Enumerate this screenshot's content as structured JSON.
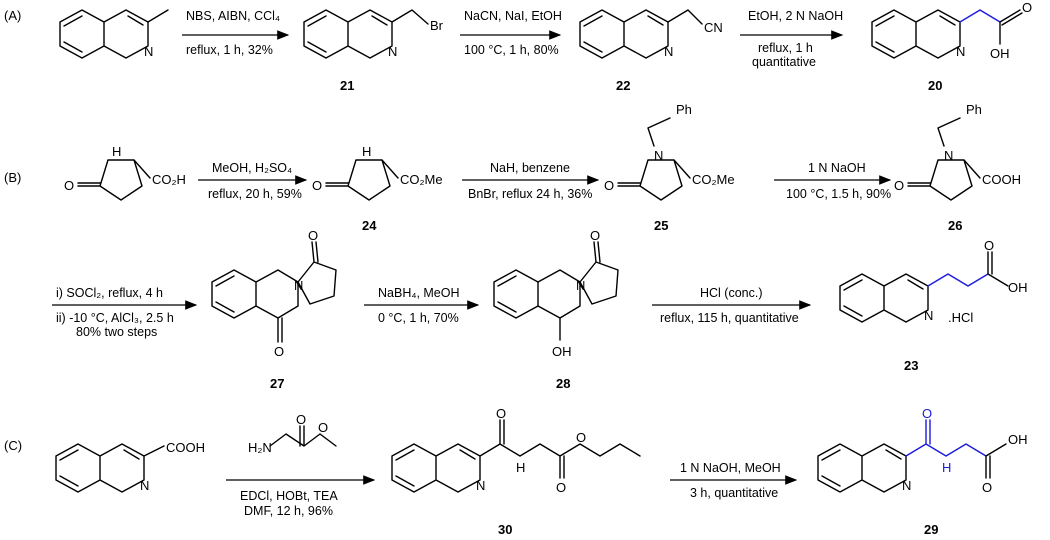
{
  "sections": {
    "a": "(A)",
    "b": "(B)",
    "c": "(C)"
  },
  "compounds": {
    "c21": "21",
    "c22": "22",
    "c20": "20",
    "c24": "24",
    "c25": "25",
    "c26": "26",
    "c27": "27",
    "c28": "28",
    "c23": "23",
    "c30": "30",
    "c29": "29"
  },
  "atoms": {
    "N": "N",
    "Br": "Br",
    "CN": "CN",
    "O": "O",
    "OH": "OH",
    "H": "H",
    "CO2H": "CO₂H",
    "CO2Me": "CO₂Me",
    "COOH": "COOH",
    "Ph": "Ph",
    "HCl": ".HCl",
    "H2N": "H₂N",
    "NH": "H"
  },
  "conditions": {
    "a1_top": "NBS, AIBN, CCl₄",
    "a1_bot": "reflux, 1 h, 32%",
    "a2_top": "NaCN, NaI, EtOH",
    "a2_bot": "100 °C, 1 h, 80%",
    "a3_top": "EtOH, 2 N NaOH",
    "a3_bot1": "reflux, 1 h",
    "a3_bot2": "quantitative",
    "b1_top": "MeOH, H₂SO₄",
    "b1_bot": "reflux, 20 h, 59%",
    "b2_top": "NaH, benzene",
    "b2_bot": "BnBr, reflux 24 h, 36%",
    "b3_top": "1 N NaOH",
    "b3_bot": "100 °C, 1.5 h, 90%",
    "b4_top": "i) SOCl₂, reflux, 4 h",
    "b4_bot1": "ii) -10 °C, AlCl₃, 2.5 h",
    "b4_bot2": "80% two steps",
    "b5_top": "NaBH₄, MeOH",
    "b5_bot": "0 °C, 1 h, 70%",
    "b6_top": "HCl (conc.)",
    "b6_bot": "reflux, 115 h, quantitative",
    "c1_bot1": "EDCl, HOBt, TEA",
    "c1_bot2": "DMF, 12 h, 96%",
    "c2_top": "1 N NaOH, MeOH",
    "c2_bot": "3 h, quantitative"
  }
}
